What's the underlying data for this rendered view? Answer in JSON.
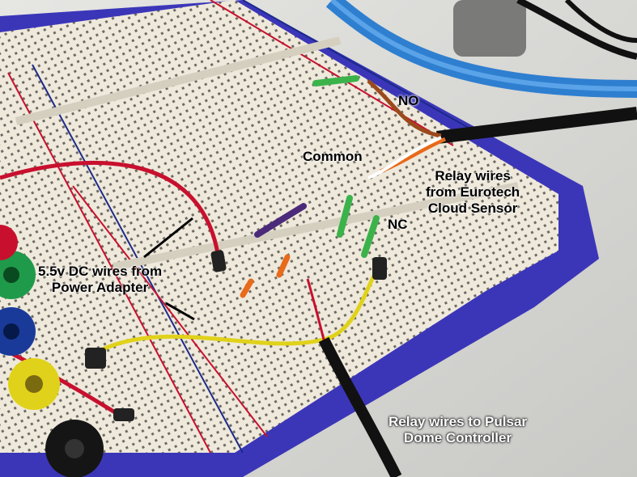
{
  "labels": {
    "no": "NO",
    "common": "Common",
    "nc": "NC",
    "relay_eurotech": [
      "Relay wires",
      "from Eurotech",
      "Cloud Sensor"
    ],
    "power": [
      "5.5v DC wires from",
      "Power Adapter"
    ],
    "relay_pulsar": [
      "Relay wires to Pulsar",
      "Dome Controller"
    ]
  },
  "colors": {
    "breadboard": "#ece6d8",
    "board_frame": "#3b36b8",
    "cable_blue": "#2f7fd0",
    "wire_red": "#c8102e",
    "wire_yellow": "#e0d21a",
    "wire_green": "#3bb34a",
    "wire_orange": "#e86a1a",
    "wire_black": "#111111"
  }
}
